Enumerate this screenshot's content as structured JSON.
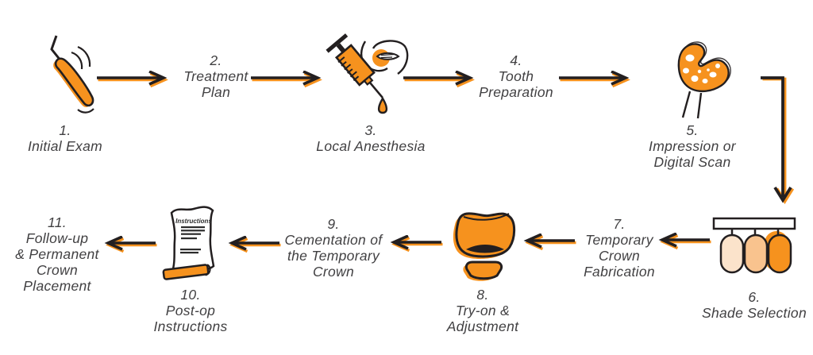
{
  "steps": [
    {
      "number": "1.",
      "label": "Initial Exam",
      "icon": "dental-probe"
    },
    {
      "number": "2.",
      "label": "Treatment\nPlan"
    },
    {
      "number": "3.",
      "label": "Local Anesthesia",
      "icon": "anesthesia-syringe"
    },
    {
      "number": "4.",
      "label": "Tooth\nPreparation"
    },
    {
      "number": "5.",
      "label": "Impression or\nDigital Scan",
      "icon": "impression-tray"
    },
    {
      "number": "6.",
      "label": "Shade Selection",
      "icon": "shade-guide"
    },
    {
      "number": "7.",
      "label": "Temporary\nCrown\nFabrication"
    },
    {
      "number": "8.",
      "label": "Try-on &\nAdjustment",
      "icon": "tooth-crown"
    },
    {
      "number": "9.",
      "label": "Cementation of\nthe Temporary\nCrown"
    },
    {
      "number": "10.",
      "label": "Post-op\nInstructions",
      "icon": "instructions-scroll"
    },
    {
      "number": "11.",
      "label": "Follow-up\n& Permanent\nCrown\nPlacement"
    }
  ],
  "icons": {
    "scroll_title": "Instructions"
  },
  "colors": {
    "accent_orange": "#F6921E",
    "shade_light": "#FBE3CB",
    "shade_medium": "#F9C38E",
    "text": "#414042",
    "outline": "#231F20"
  }
}
